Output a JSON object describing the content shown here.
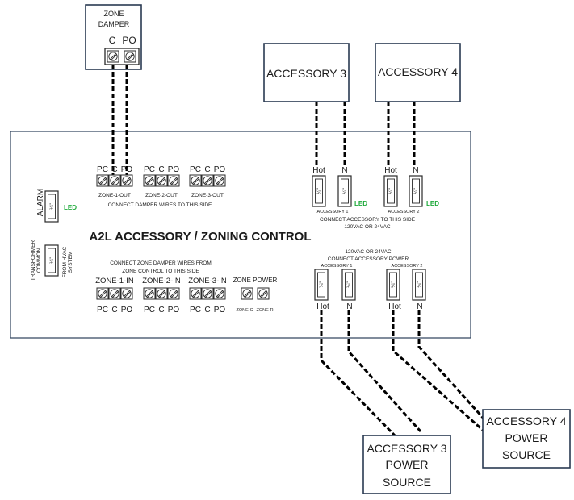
{
  "zone_damper": {
    "title_line1": "ZONE",
    "title_line2": "DAMPER",
    "label_c": "C",
    "label_po": "PO"
  },
  "accessory3": {
    "label": "ACCESSORY 3"
  },
  "accessory4": {
    "label": "ACCESSORY 4"
  },
  "board": {
    "title": "A2L ACCESSORY / ZONING CONTROL",
    "terminal_letters": [
      "PC",
      "C",
      "PO"
    ],
    "out_labels": [
      "ZONE-1-OUT",
      "ZONE-2-OUT",
      "ZONE-3-OUT"
    ],
    "out_caption": "CONNECT DAMPER WIRES TO THIS SIDE",
    "in_caption_line1": "CONNECT ZONE DAMPER WIRES FROM",
    "in_caption_line2": "ZONE CONTROL TO THIS SIDE",
    "in_labels": [
      "ZONE-1-IN",
      "ZONE-2-IN",
      "ZONE-3-IN"
    ],
    "zone_power_title": "ZONE POWER",
    "zone_power_labels": [
      "ZONE-C",
      "ZONE-R"
    ],
    "alarm_label": "ALARM",
    "led_label": "LED",
    "fuse_label": "¼\"",
    "transformer_line1": "TRANSFORMER",
    "transformer_line2": "COMMON",
    "from_hvac_line1": "FROM HVAC",
    "from_hvac_line2": "SYSTEM",
    "hot_label": "Hot",
    "n_label": "N",
    "acc1_label": "ACCESSORY 1",
    "acc2_label": "ACCESSORY 2",
    "acc_caption_line1": "CONNECT ACCESSORY TO THIS SIDE",
    "acc_caption_line2": "120VAC OR 24VAC",
    "power_caption_line1": "120VAC OR 24VAC",
    "power_caption_line2": "CONNECT ACCESSORY POWER"
  },
  "power3": {
    "line1": "ACCESSORY 3",
    "line2": "POWER",
    "line3": "SOURCE"
  },
  "power4": {
    "line1": "ACCESSORY 4",
    "line2": "POWER",
    "line3": "SOURCE"
  }
}
